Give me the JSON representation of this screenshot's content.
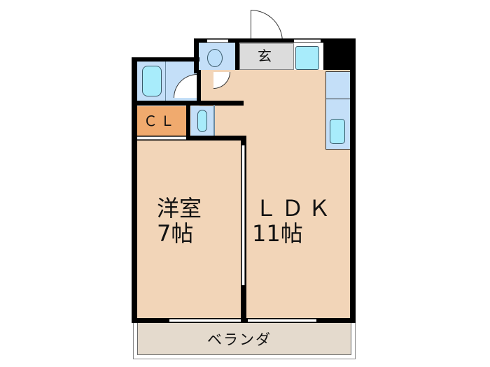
{
  "plan": {
    "rooms": {
      "western_room": {
        "name": "洋室",
        "size": "7帖"
      },
      "ldk": {
        "name": "ＬＤＫ",
        "size": "11帖"
      },
      "closet": {
        "name": "ＣＬ"
      },
      "entrance": {
        "name": "玄"
      },
      "veranda": {
        "name": "ベランダ"
      }
    },
    "colors": {
      "floor": "#f2d5b8",
      "wall": "#000000",
      "wet_area": "#c4dff8",
      "fixture": "#a8ecfb",
      "closet": "#f0aa6e",
      "entrance": "#dcdcdc",
      "veranda": "#e4dacd"
    }
  }
}
